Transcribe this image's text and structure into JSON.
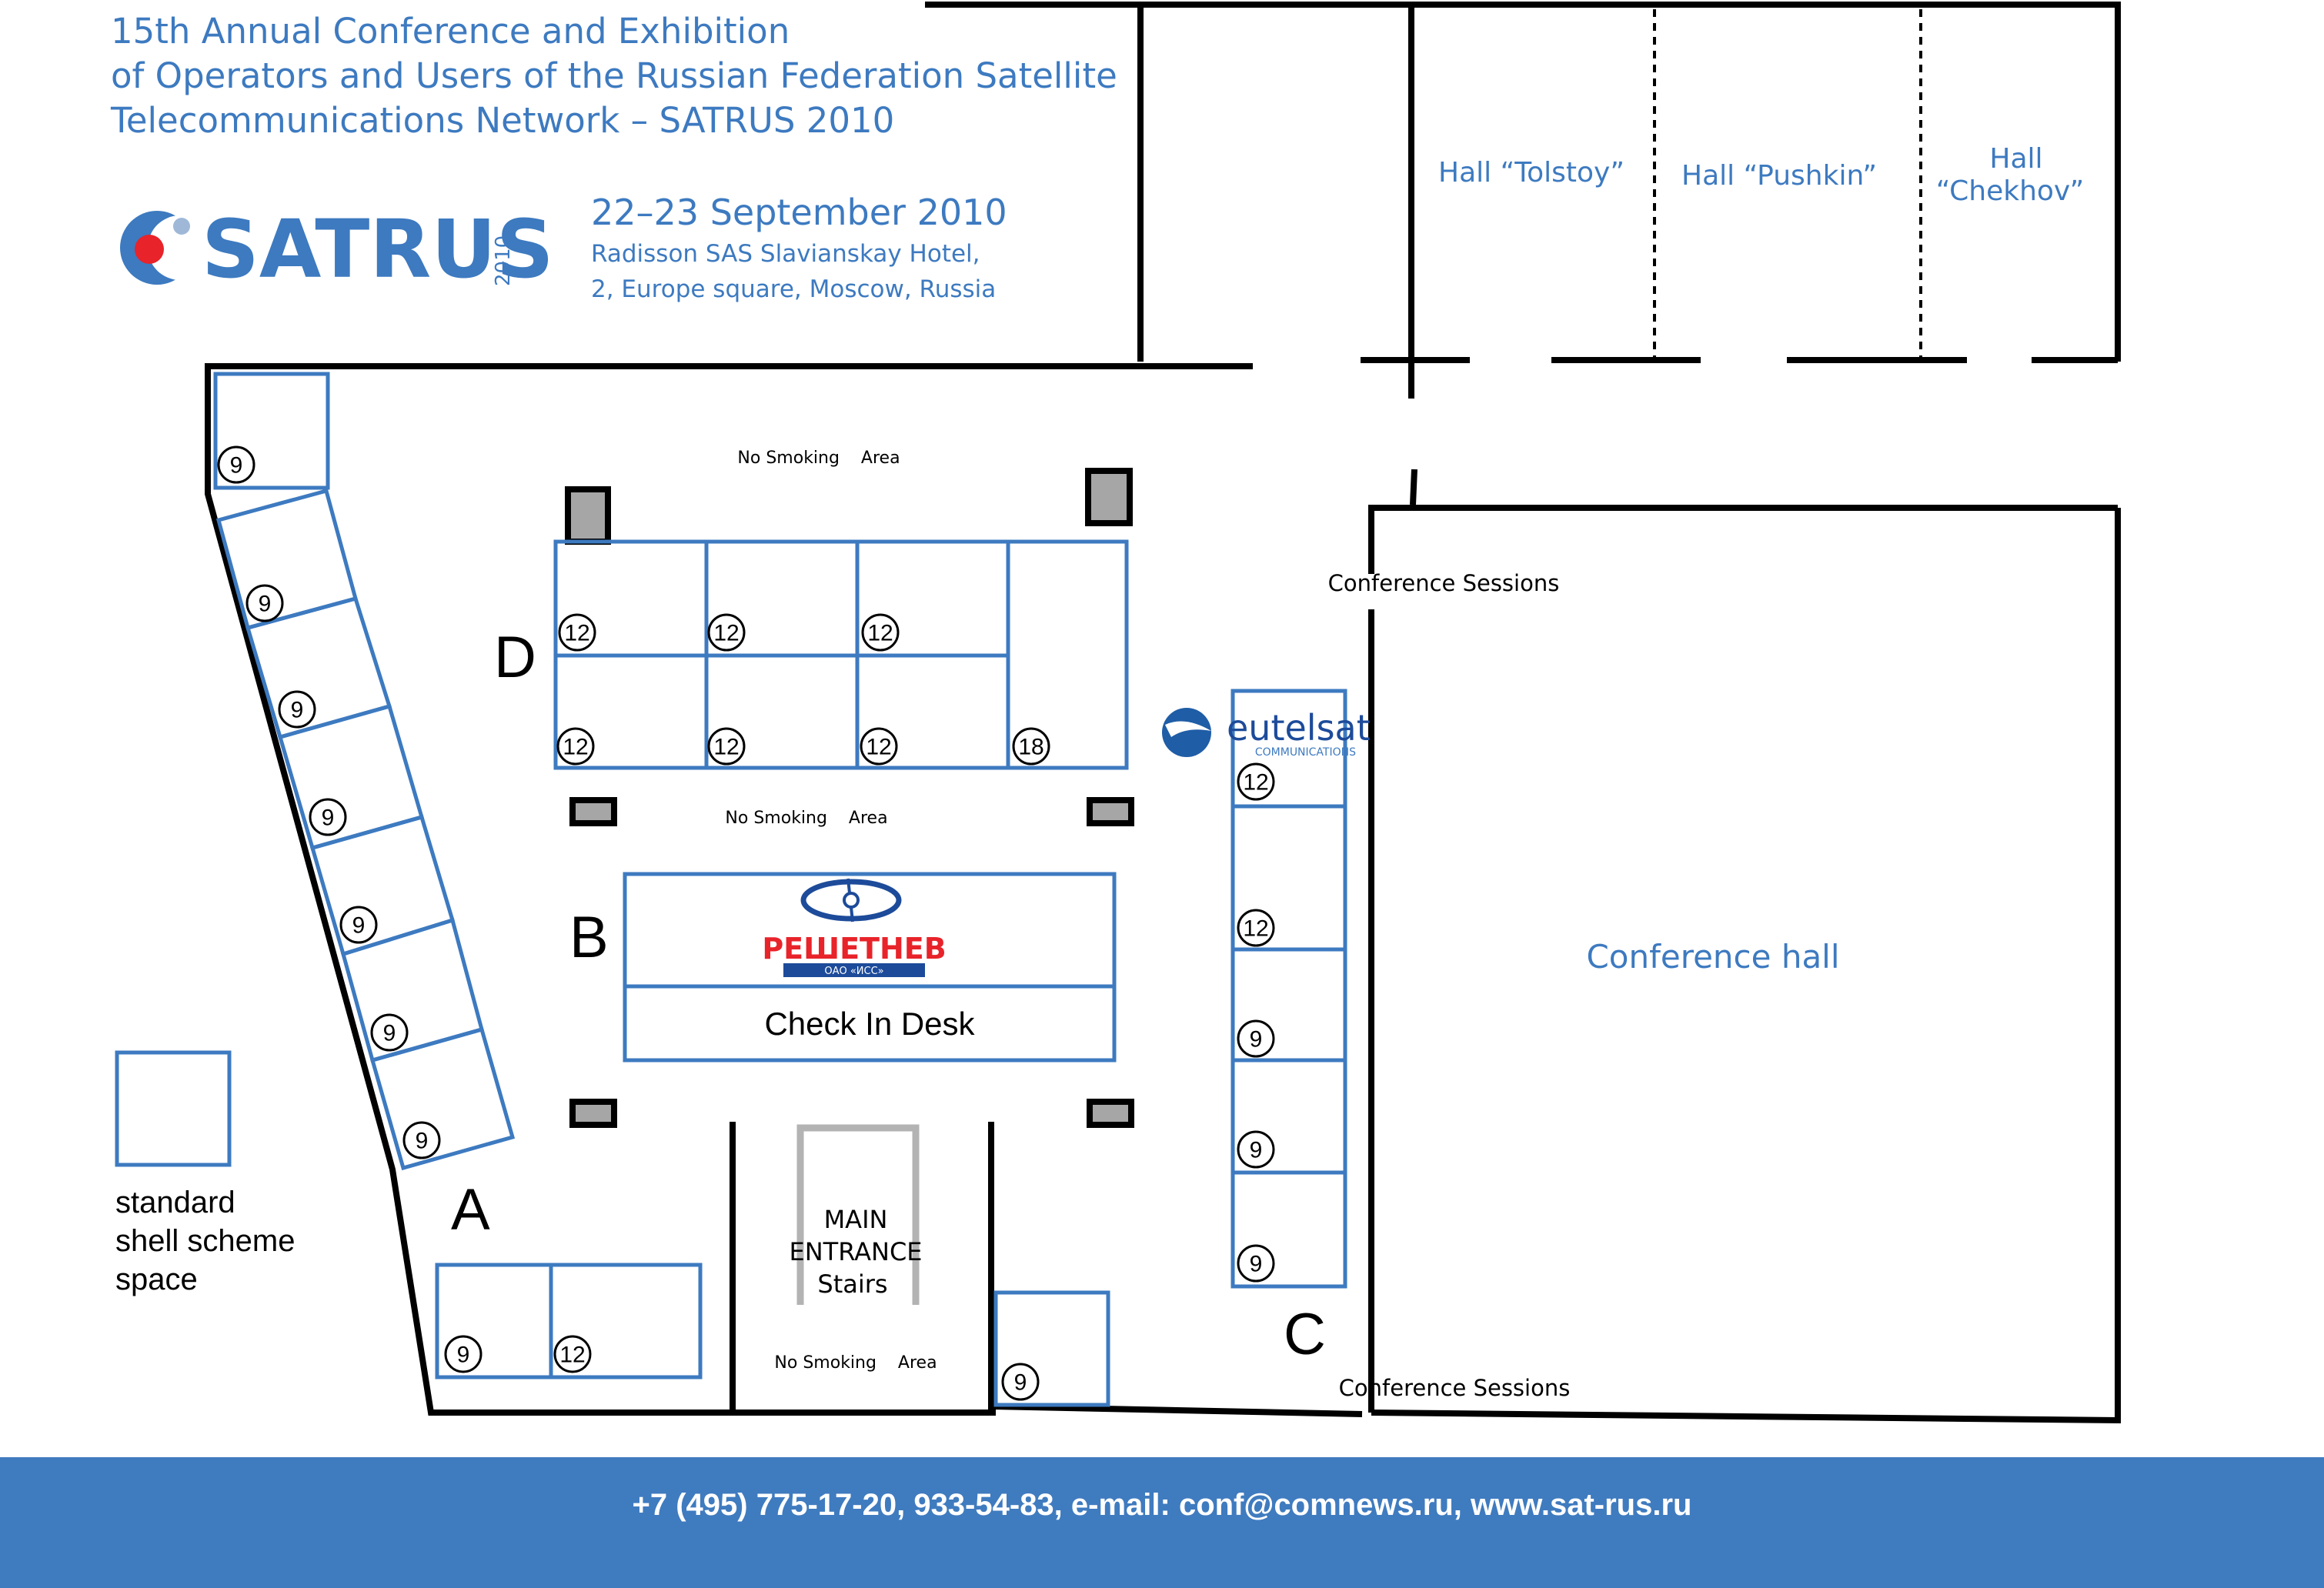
{
  "header": {
    "title_lines": [
      "15th Annual Conference and Exhibition",
      "of Operators and Users of the Russian Federation Satellite",
      "Telecommunications Network – SATRUS 2010"
    ],
    "logo_word": "SATRUS",
    "logo_year": "2010",
    "date": "22–23 September 2010",
    "venue_lines": [
      "Radisson SAS Slavianskay Hotel,",
      "2, Europe square, Moscow, Russia"
    ]
  },
  "halls": {
    "tolstoy": "Hall “Tolstoy”",
    "pushkin": "Hall “Pushkin”",
    "chekhov_lines": [
      "Hall",
      "“Chekhov”"
    ]
  },
  "labels": {
    "no_smoking_top": "No Smoking    Area",
    "no_smoking_middle": "No Smoking    Area",
    "no_smoking_entrance": "No Smoking    Area",
    "conference_sessions_top": "Conference Sessions",
    "conference_sessions_bottom": "Conference Sessions",
    "conference_hall": "Conference hall",
    "check_in_desk": "Check In Desk",
    "main_entrance_lines": [
      "MAIN",
      "ENTRANCE",
      "Stairs"
    ],
    "legend_lines": [
      "standard",
      "shell scheme",
      "space"
    ]
  },
  "sections": {
    "a": "A",
    "b": "B",
    "c": "C",
    "d": "D"
  },
  "sponsors": {
    "eutelsat_name": "eutelsat",
    "eutelsat_sub": "COMMUNICATIONS",
    "reshetnev_name": "РЕШЕТНЕВ",
    "reshetnev_sub": "ОАО «ИСС»"
  },
  "stands": {
    "a_diagonal": [
      "9",
      "9",
      "9",
      "9",
      "9",
      "9",
      "9"
    ],
    "a_bottom": [
      "9",
      "12"
    ],
    "d_top_row": [
      "12",
      "12",
      "12"
    ],
    "d_bottom_row": [
      "12",
      "12",
      "12",
      "18"
    ],
    "c_column": [
      "12",
      "12",
      "9",
      "9",
      "9"
    ],
    "entrance_side": [
      "9"
    ]
  },
  "footer": {
    "contact": "+7 (495) 775-17-20, 933-54-83, e-mail: conf@comnews.ru, www.sat-rus.ru"
  },
  "colors": {
    "accent_blue": "#3d7ac0",
    "footer_blue": "#3f7bbf",
    "logo_red": "#e8232a",
    "reshetnev_blue": "#1d4b9a"
  }
}
